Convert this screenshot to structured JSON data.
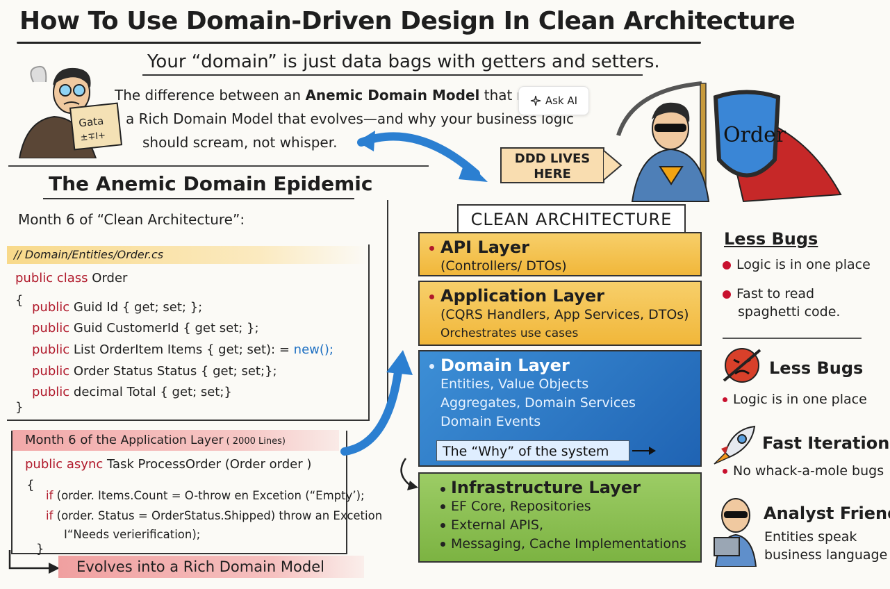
{
  "title": "How To Use Domain-Driven Design In Clean Architecture",
  "subtitle": "Your “domain” is just data bags with getters and setters.",
  "intro": {
    "line1a": "The difference between an ",
    "line1b": "Anemic Domain Model",
    "line1c": " that rots",
    "line2": "a Rich Domain Model that evolves—and why your business logic",
    "line3": "should scream, not whisper."
  },
  "ask_ai": "Ask AI",
  "sign_text": "Gata\n±∓I+",
  "shield_text": "Order",
  "ddd_sign": "DDD LIVES\nHERE",
  "anemic": {
    "title": "The Anemic Domain Epidemic",
    "month_label": "Month 6 of “Clean Architecture”:",
    "file": "// Domain/Entities/Order.cs",
    "code": [
      {
        "kw": "public class",
        "rest": " Order",
        "tail": ""
      },
      {
        "kw": "",
        "rest": "{",
        "tail": ""
      },
      {
        "kw": "public",
        "rest": " Guid Id { get; set; };",
        "tail": ""
      },
      {
        "kw": "public",
        "rest": " Guid CustomerId { get set; };",
        "tail": ""
      },
      {
        "kw": "public",
        "rest": " List OrderItem Items { get; set): = ",
        "tail": "new();"
      },
      {
        "kw": "public",
        "rest": " Order Status Status { get; set;};",
        "tail": ""
      },
      {
        "kw": "public",
        "rest": " decimal Total { get; set;}",
        "tail": ""
      },
      {
        "kw": "",
        "rest": "}",
        "tail": ""
      }
    ]
  },
  "app_layer_code": {
    "label_a": "Month 6 of the ",
    "label_b": "Application Layer",
    "label_c": " ( 2000 Lines)",
    "lines": [
      {
        "kw": "public async",
        "rest": " Task ProcessOrder (Order order )"
      },
      {
        "kw": "",
        "rest": "{"
      },
      {
        "kw": "if",
        "rest": " (order. Items.Count = O-throw en Excetion (“Empty’);"
      },
      {
        "kw": "if",
        "rest": " (order. Status = OrderStatus.Shipped) throw an Excetion"
      },
      {
        "kw": "",
        "rest": "I“Needs verierification);"
      },
      {
        "kw": "",
        "rest": "}"
      }
    ],
    "evolves": "Evolves into a Rich Domain Model"
  },
  "clean": {
    "title": "CLEAN ARCHITECTURE",
    "api": {
      "title": "API Layer",
      "lines": [
        "(Controllers/ DTOs)"
      ]
    },
    "app": {
      "title": "Application Layer",
      "lines": [
        "(CQRS Handlers, App Services, DTOs)",
        "Orchestrates use cases"
      ]
    },
    "domain": {
      "title": "Domain Layer",
      "lines": [
        "Entities, Value Objects",
        "Aggregates, Domain Services",
        "Domain Events"
      ],
      "why": "The “Why” of the system"
    },
    "infra": {
      "title": "Infrastructure Layer",
      "lines": [
        "EF Core, Repositories",
        "External APIS,",
        "Messaging, Cache Implementations"
      ]
    }
  },
  "right": {
    "bad_title": "Less Bugs",
    "bad_items": [
      "Logic is in one place",
      "Fast to read",
      "spaghetti code."
    ],
    "good1_title": "Less Bugs",
    "good1_item": "Logic is in one place",
    "good2_title": "Fast Iteration",
    "good2_item": "No whack-a-mole bugs",
    "good3_title": "Analyst Friendly",
    "good3_lines": [
      "Entities speak",
      "business language"
    ]
  },
  "colors": {
    "red": "#b0182a",
    "blue": "#1f63b3",
    "green": "#7cb342",
    "yellow": "#f1b73a"
  }
}
